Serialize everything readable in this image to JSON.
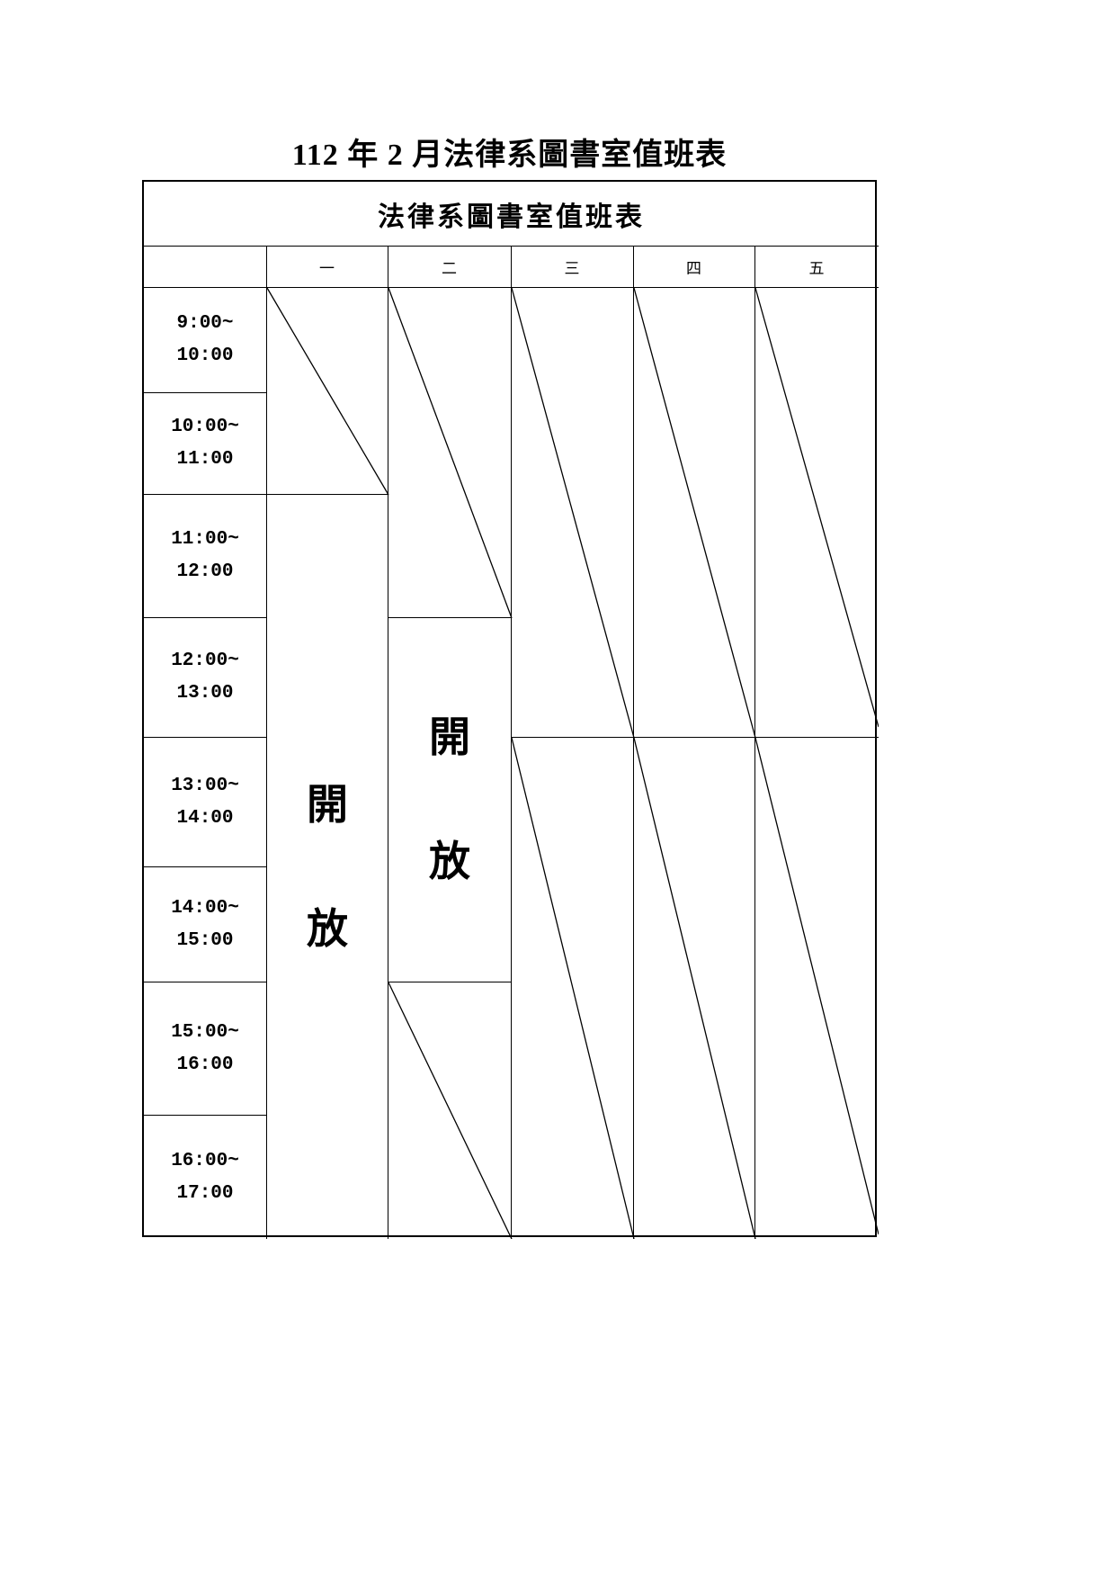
{
  "page": {
    "title": "112 年 2 月法律系圖書室值班表"
  },
  "schedule": {
    "header": "法律系圖書室值班表",
    "day_labels": [
      "一",
      "二",
      "三",
      "四",
      "五"
    ],
    "time_slots": [
      {
        "from": "9:00~",
        "to": "10:00"
      },
      {
        "from": "10:00~",
        "to": "11:00"
      },
      {
        "from": "11:00~",
        "to": "12:00"
      },
      {
        "from": "12:00~",
        "to": "13:00"
      },
      {
        "from": "13:00~",
        "to": "14:00"
      },
      {
        "from": "14:00~",
        "to": "15:00"
      },
      {
        "from": "15:00~",
        "to": "16:00"
      },
      {
        "from": "16:00~",
        "to": "17:00"
      }
    ],
    "open_cells": {
      "monday": {
        "chars": [
          "開",
          "放"
        ]
      },
      "tuesday": {
        "chars": [
          "開",
          "放"
        ]
      }
    },
    "line_color": "#000000"
  }
}
